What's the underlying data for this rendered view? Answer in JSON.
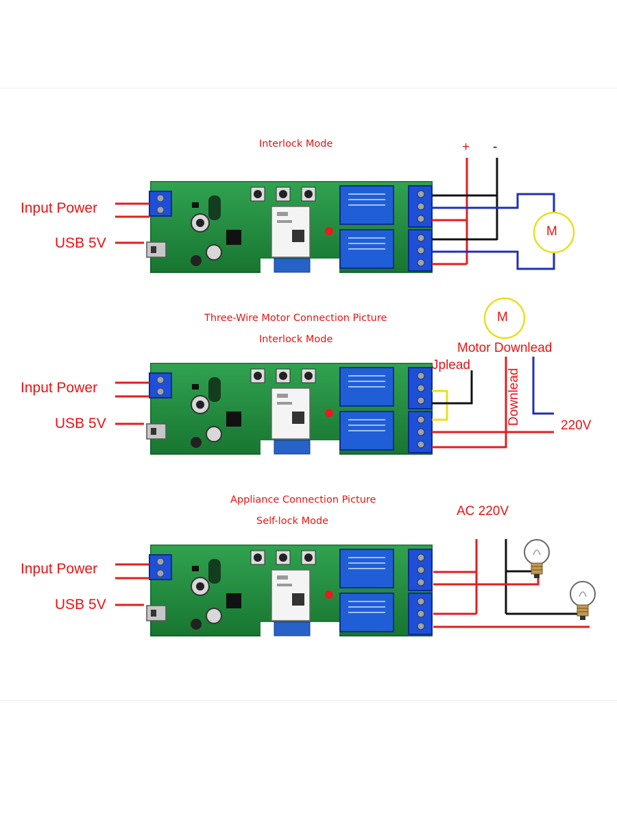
{
  "panels": [
    {
      "titles": [
        "Interlock Mode"
      ],
      "left_labels": {
        "power": "Input Power",
        "usb": "USB 5V"
      },
      "extra": {
        "plus": "+",
        "minus": "-",
        "motor": "M"
      }
    },
    {
      "titles": [
        "Three-Wire Motor Connection Picture",
        "Interlock Mode"
      ],
      "left_labels": {
        "power": "Input Power",
        "usb": "USB 5V"
      },
      "extra": {
        "motor": "M",
        "motor_downlead": "Motor Downlead",
        "uplead": "Jplead",
        "downlead": "Downlead",
        "voltage": "220V"
      }
    },
    {
      "titles": [
        "Appliance Connection Picture",
        "Self-lock Mode"
      ],
      "left_labels": {
        "power": "Input Power",
        "usb": "USB 5V"
      },
      "extra": {
        "voltage": "AC 220V"
      }
    }
  ],
  "colors": {
    "label_red": "#e11111",
    "wire_red": "#e01e1e",
    "wire_blue": "#1f2fb8",
    "wire_black": "#111111",
    "wire_yellow": "#e8e01a",
    "pcb_green": "#1f8a3a",
    "terminal_blue": "#1d4fd8"
  },
  "icons": [
    "pcb-board-icon",
    "motor-icon",
    "light-bulb-icon"
  ]
}
